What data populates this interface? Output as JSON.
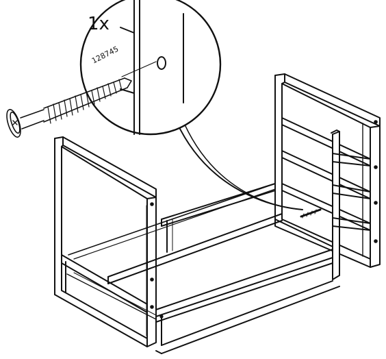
{
  "instruction": {
    "quantity_label": "1x",
    "part_number": "128745"
  },
  "colors": {
    "ink": "#111111",
    "paper": "#ffffff"
  },
  "icons": [
    "screw-icon",
    "bed-frame-illustration",
    "magnifier-callout"
  ]
}
